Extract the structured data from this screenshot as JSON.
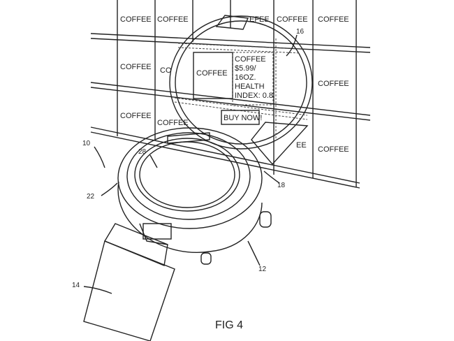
{
  "figure": {
    "caption": "FIG 4",
    "shelf_labels": {
      "r1": [
        "COFFEE",
        "COFFEE",
        "EFEE",
        "COFFEE",
        "COFFEE"
      ],
      "r2": [
        "COFFEE",
        "CO",
        "COFFEE"
      ],
      "r3": [
        "COFFEE",
        "COFFEE",
        "EE",
        "COFFEE"
      ]
    },
    "display": {
      "product_image_label": "COFFEE",
      "info_lines": [
        "COFFEE",
        "$5.99/",
        "16OZ.",
        "HEALTH",
        "INDEX: 0.8"
      ],
      "button": "BUY NOW!"
    },
    "refs": {
      "r10": "10",
      "r12": "12",
      "r14": "14",
      "r16": "16",
      "r18": "18",
      "r22": "22",
      "r28": "28"
    }
  }
}
